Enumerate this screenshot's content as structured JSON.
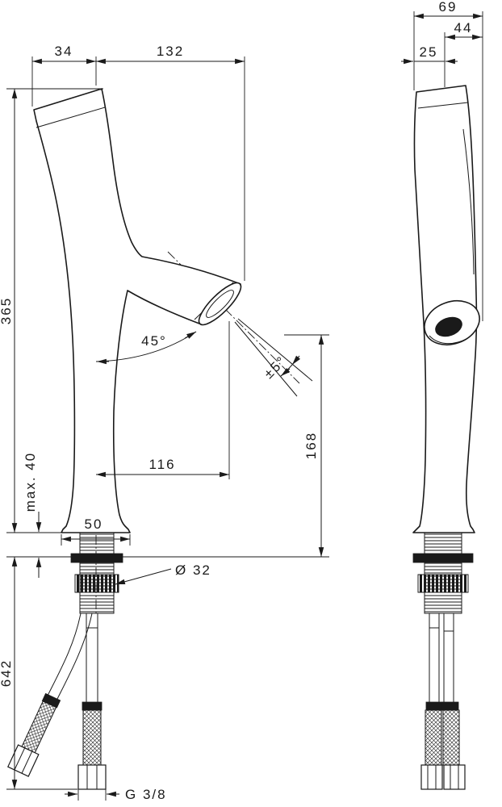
{
  "page": {
    "background": "#ffffff",
    "line_color": "#1a1a1a"
  },
  "front_view": {
    "dimensions": {
      "head_width": "34",
      "spout_reach": "132",
      "total_height": "365",
      "spout_angle": "45°",
      "swivel_range": "±5°",
      "outlet_projection": "116",
      "outlet_height": "168",
      "max_deck_thickness": "max. 40",
      "base_width": "50",
      "tap_hole_diameter": "Ø 32",
      "overall_length": "642",
      "hose_thread": "G 3/8"
    }
  },
  "side_view": {
    "dimensions": {
      "overall_depth": "69",
      "rear_depth": "44",
      "front_depth": "25"
    }
  }
}
